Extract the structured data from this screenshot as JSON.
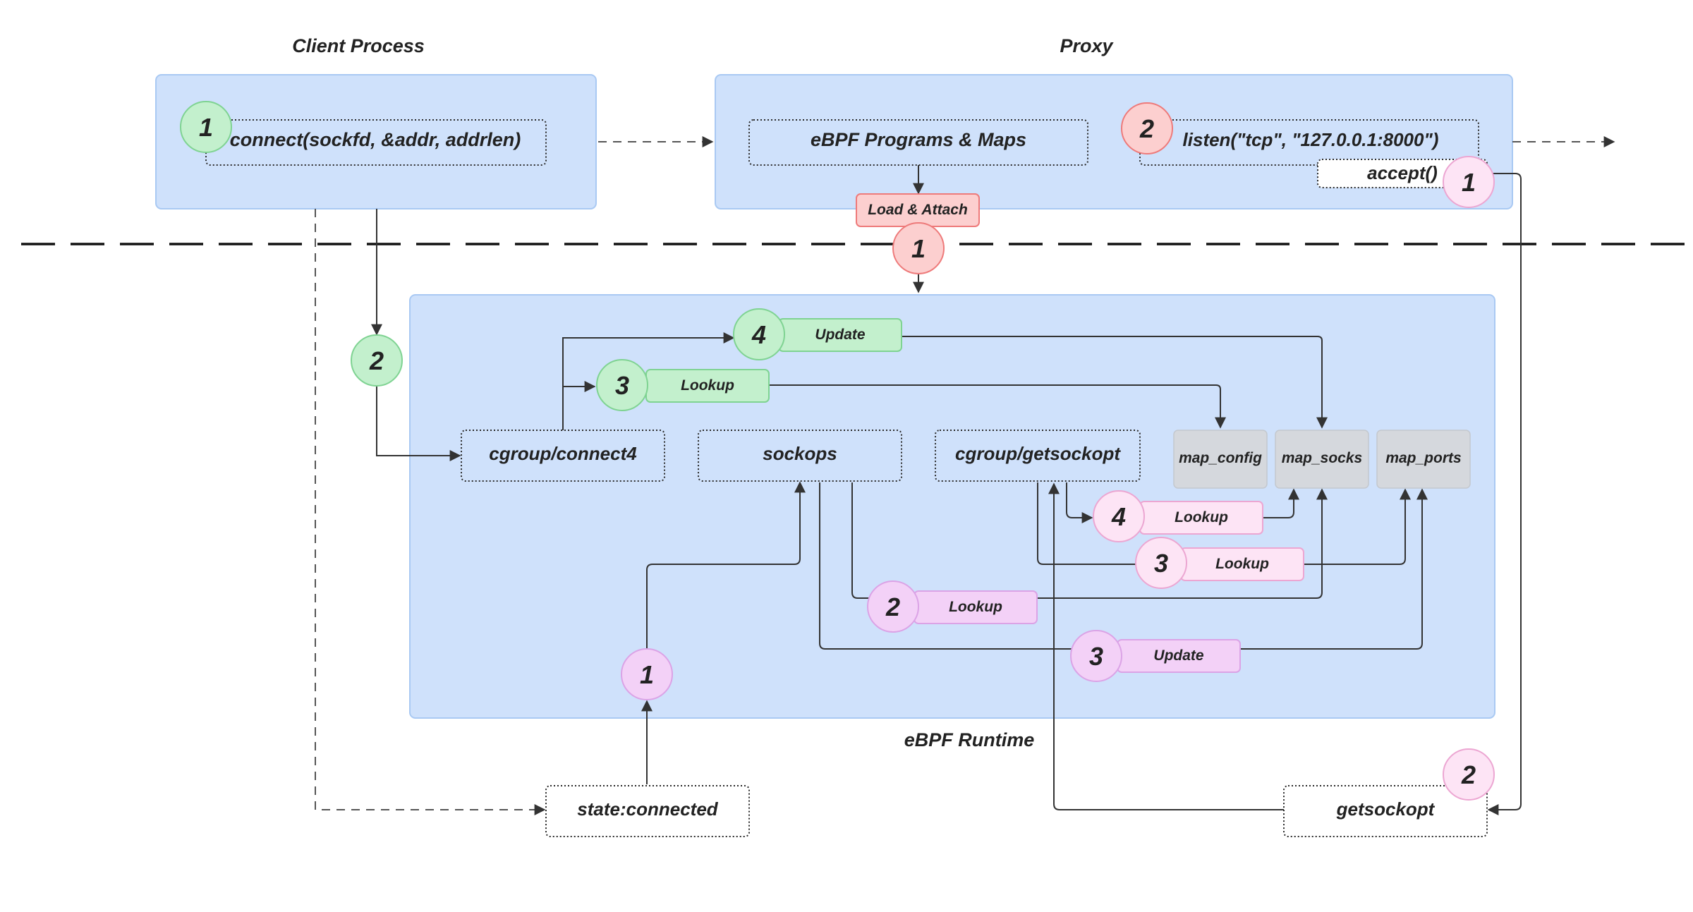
{
  "titles": {
    "client_process": "Client Process",
    "proxy": "Proxy",
    "ebpf_runtime": "eBPF Runtime"
  },
  "client": {
    "connect_call": "connect(sockfd, &addr, addrlen)",
    "step": "1"
  },
  "proxy": {
    "programs_maps": "eBPF Programs & Maps",
    "listen_call": "listen(\"tcp\", \"127.0.0.1:8000\")",
    "listen_step": "2",
    "accept_call": "accept()",
    "accept_step": "1",
    "load_attach": "Load & Attach",
    "load_step": "1"
  },
  "runtime": {
    "programs": {
      "connect4": "cgroup/connect4",
      "sockops": "sockops",
      "getsockopt": "cgroup/getsockopt"
    },
    "maps": {
      "config": "map_config",
      "socks": "map_socks",
      "ports": "map_ports"
    },
    "connect_steps": {
      "enter": "2",
      "lookup_step": "3",
      "lookup_label": "Lookup",
      "update_step": "4",
      "update_label": "Update"
    },
    "sockops_steps": {
      "trigger": "1",
      "lookup_step": "2",
      "lookup_label": "Lookup",
      "update_step": "3",
      "update_label": "Update"
    },
    "getsockopt_steps": {
      "lookup_ports_step": "3",
      "lookup_ports_label": "Lookup",
      "lookup_socks_step": "4",
      "lookup_socks_label": "Lookup"
    }
  },
  "bottom": {
    "state_connected": "state:connected",
    "getsockopt": "getsockopt",
    "getsockopt_step": "2"
  },
  "colors": {
    "region_fill": "#cfe1fb",
    "green": "#c3f0cd",
    "red": "#fccfcf",
    "purple": "#f3d1f7",
    "pink": "#fde4f5",
    "map_gray": "#d5d8dd"
  }
}
